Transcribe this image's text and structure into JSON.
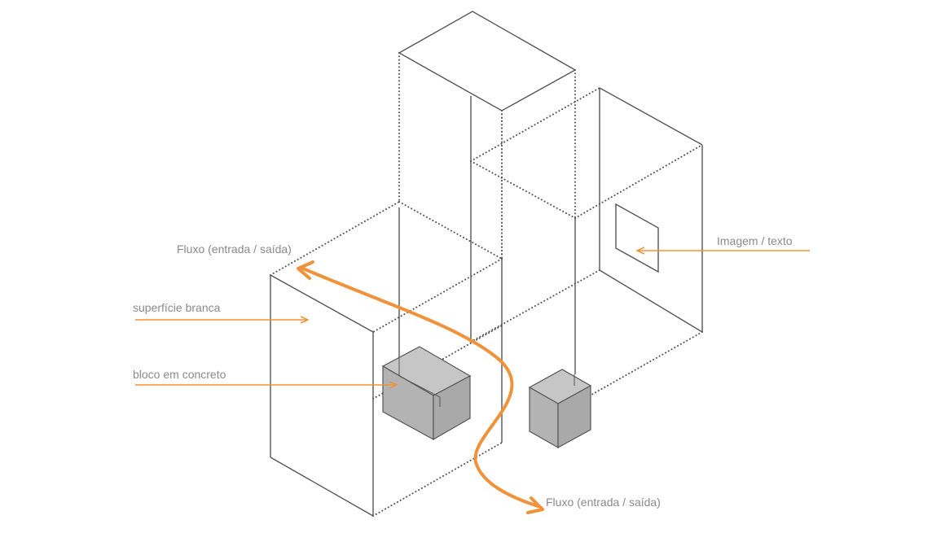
{
  "colors": {
    "accent": "#f0923a",
    "label": "#8a8a8a",
    "line": "#555555",
    "block_light": "#c6c6c6",
    "block_mid": "#b3b3b3",
    "block_dark": "#a9a9a9"
  },
  "labels": {
    "flow_top": "Fluxo (entrada / saída)",
    "white_surface": "superfície branca",
    "concrete_block": "bloco em concreto",
    "image_text": "Imagem / texto",
    "flow_bottom": "Fluxo (entrada / saída)"
  }
}
